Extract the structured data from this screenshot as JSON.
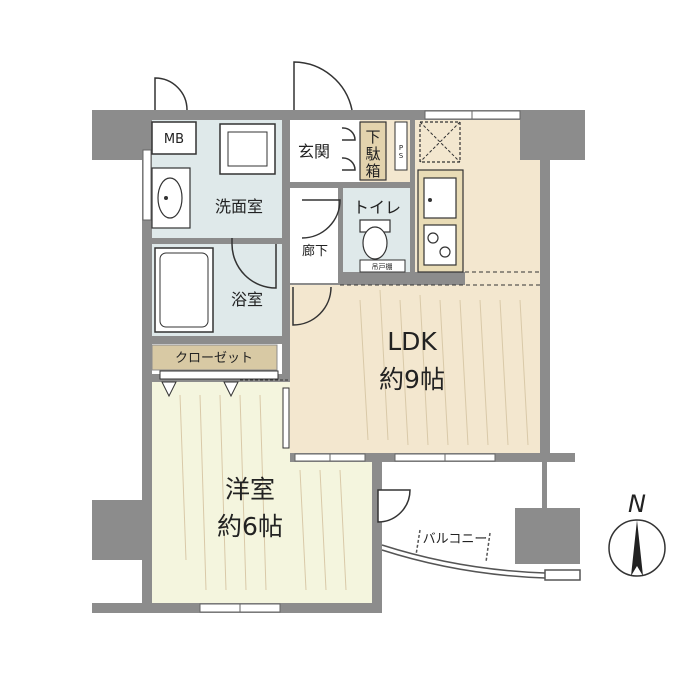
{
  "rooms": {
    "mb": "MB",
    "washroom": "洗面室",
    "entrance": "玄関",
    "shoe_box": [
      "下",
      "駄",
      "箱"
    ],
    "ps": [
      "P",
      "S"
    ],
    "toilet": "トイレ",
    "hanging_shelf": "吊戸棚",
    "hallway": "廊下",
    "bathroom": "浴室",
    "closet": "クローゼット",
    "ldk_name": "LDK",
    "ldk_size": "約9帖",
    "western_name": "洋室",
    "western_size": "約6帖",
    "balcony": "バルコニー"
  },
  "compass": {
    "letter": "N",
    "icon": "north-arrow-icon"
  },
  "colors": {
    "wall": "#8c8c8c",
    "ldk_floor": "#f3e7cf",
    "western_floor": "#f4f5de",
    "wet_floor": "#dfe9ea",
    "closet_label": "#d8c9a4",
    "kitchen": "#e9dcb6",
    "shoe_box": "#e3d3ad"
  }
}
